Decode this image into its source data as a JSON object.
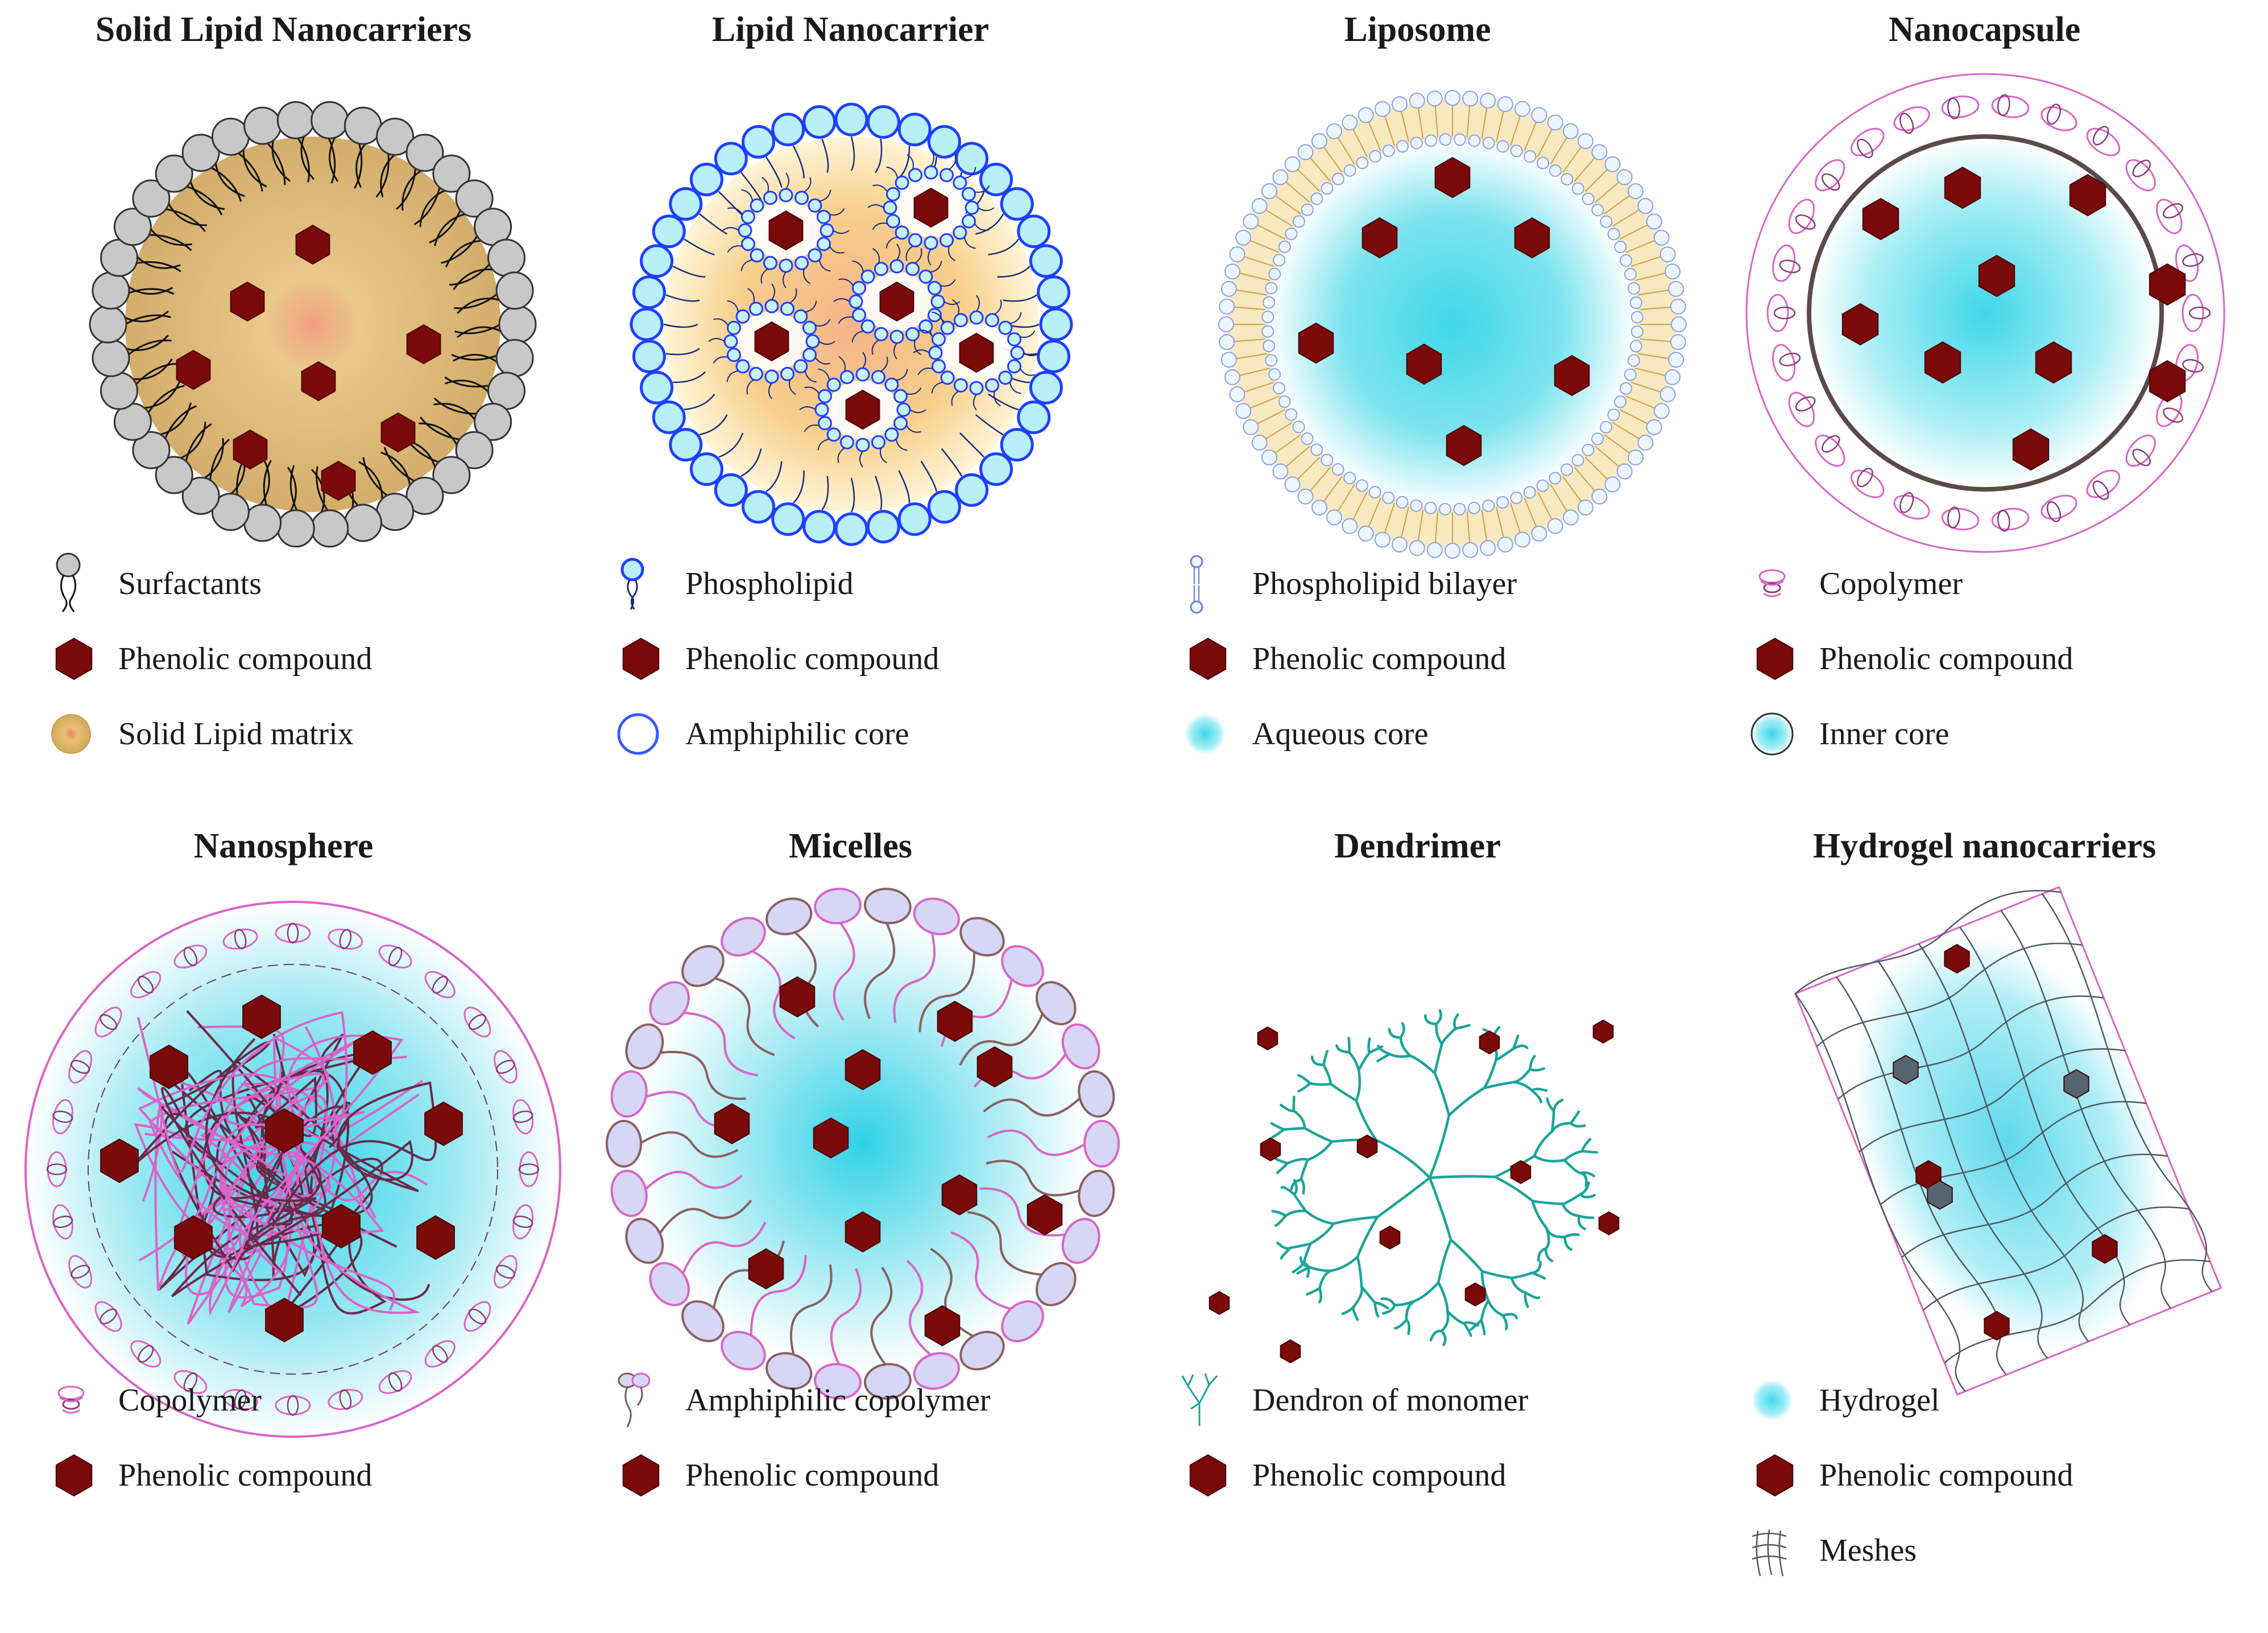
{
  "panels": [
    {
      "title": "Solid Lipid Nanocarriers",
      "legend": [
        {
          "icon": "surfactant-icon",
          "label": "Surfactants"
        },
        {
          "icon": "phenolic-compound-icon",
          "label": "Phenolic compound"
        },
        {
          "icon": "solid-lipid-matrix-icon",
          "label": "Solid Lipid matrix"
        }
      ]
    },
    {
      "title": "Lipid Nanocarrier",
      "legend": [
        {
          "icon": "phospholipid-icon",
          "label": "Phospholipid"
        },
        {
          "icon": "phenolic-compound-icon",
          "label": "Phenolic compound"
        },
        {
          "icon": "amphiphilic-core-icon",
          "label": "Amphiphilic core"
        }
      ]
    },
    {
      "title": "Liposome",
      "legend": [
        {
          "icon": "phospholipid-bilayer-icon",
          "label": "Phospholipid bilayer"
        },
        {
          "icon": "phenolic-compound-icon",
          "label": "Phenolic compound"
        },
        {
          "icon": "aqueous-core-icon",
          "label": "Aqueous core"
        }
      ]
    },
    {
      "title": "Nanocapsule",
      "legend": [
        {
          "icon": "copolymer-icon",
          "label": "Copolymer"
        },
        {
          "icon": "phenolic-compound-icon",
          "label": "Phenolic compound"
        },
        {
          "icon": "inner-core-icon",
          "label": "Inner core"
        }
      ]
    },
    {
      "title": "Nanosphere",
      "legend": [
        {
          "icon": "copolymer-icon",
          "label": "Copolymer"
        },
        {
          "icon": "phenolic-compound-icon",
          "label": "Phenolic compound"
        }
      ]
    },
    {
      "title": "Micelles",
      "legend": [
        {
          "icon": "amphiphilic-copolymer-icon",
          "label": "Amphiphilic copolymer"
        },
        {
          "icon": "phenolic-compound-icon",
          "label": "Phenolic compound"
        }
      ]
    },
    {
      "title": "Dendrimer",
      "legend": [
        {
          "icon": "dendron-icon",
          "label": "Dendron of monomer"
        },
        {
          "icon": "phenolic-compound-icon",
          "label": "Phenolic compound"
        }
      ]
    },
    {
      "title": "Hydrogel nanocarriers",
      "legend": [
        {
          "icon": "hydrogel-icon",
          "label": "Hydrogel"
        },
        {
          "icon": "phenolic-compound-icon",
          "label": "Phenolic compound"
        },
        {
          "icon": "meshes-icon",
          "label": "Meshes"
        }
      ]
    }
  ],
  "colors": {
    "phenolic": "#7a0a0a",
    "surfactant_head": "#c8c8c8",
    "lipid_matrix": "#d9b46a",
    "phospholipid_blue": "#1f3fff",
    "aqueous": "#3fd7e8",
    "copolymer_pink": "#d964c8",
    "copolymer_brown": "#7a4a5a",
    "dendron_teal": "#1aa49a",
    "micelle_head": "#d6d6f5"
  }
}
